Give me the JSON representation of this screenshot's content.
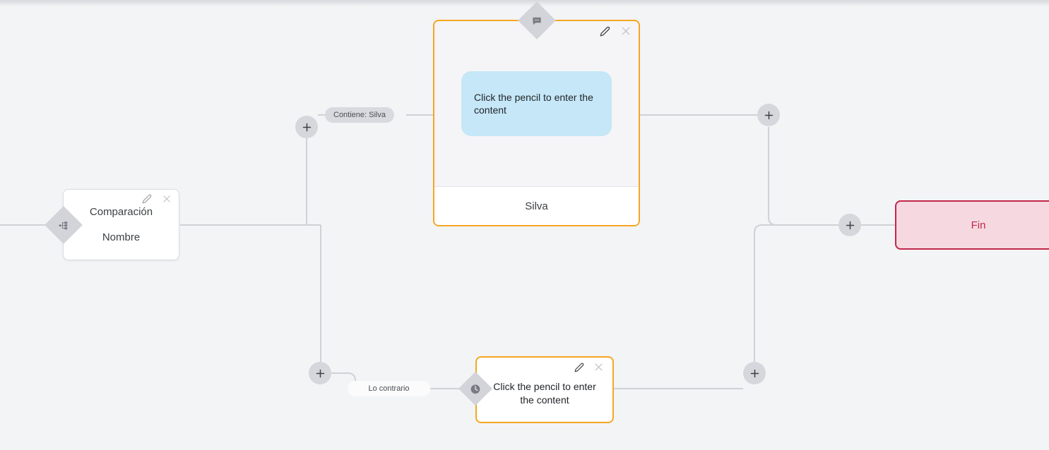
{
  "canvas": {
    "background_color": "#f3f4f6",
    "accent_orange": "#f5a623",
    "accent_crimson": "#c2274b",
    "bubble_blue": "#c5e7f7",
    "wire_color": "#cfd1d6"
  },
  "nodes": {
    "compare": {
      "title": "Comparación",
      "subtitle": "Nombre",
      "edit_icon": "pencil-icon",
      "close_icon": "close-icon",
      "handle_icon": "sitemap-icon"
    },
    "message": {
      "bubble_text": "Click the pencil to enter the content",
      "footer_text": "Silva",
      "edit_icon": "pencil-icon",
      "close_icon": "close-icon",
      "handle_icon": "chat-bubble-icon"
    },
    "wait": {
      "text": "Click the pencil to enter the content",
      "edit_icon": "pencil-icon",
      "close_icon": "close-icon",
      "handle_icon": "clock-icon"
    },
    "end": {
      "label": "Fin"
    }
  },
  "edge_labels": [
    {
      "text": "Contiene: Silva",
      "style": "gray"
    },
    {
      "text": "Lo contrario",
      "style": "white"
    }
  ],
  "add_buttons": [
    {
      "name": "add-node-branch-true",
      "icon": "plus-icon"
    },
    {
      "name": "add-node-branch-false",
      "icon": "plus-icon"
    },
    {
      "name": "add-node-after-message",
      "icon": "plus-icon"
    },
    {
      "name": "add-node-after-wait",
      "icon": "plus-icon"
    },
    {
      "name": "add-node-before-end",
      "icon": "plus-icon"
    }
  ]
}
